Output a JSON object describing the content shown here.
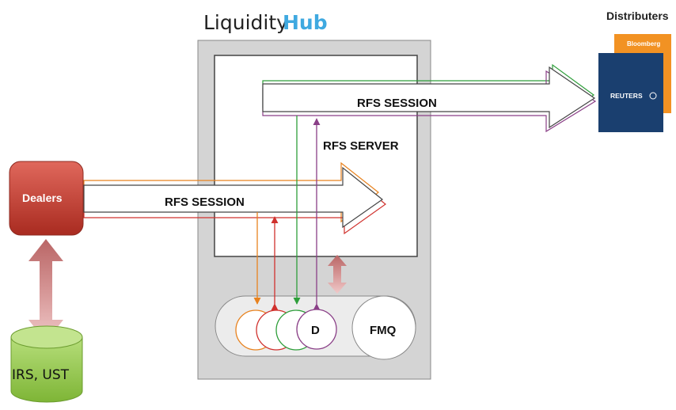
{
  "header": {
    "logo_liquidity": "Liquidity",
    "logo_hub": "Hub",
    "distributors_title": "Distributers"
  },
  "brands": {
    "bloomberg": "Bloomberg",
    "reuters": "REUTERS"
  },
  "labels": {
    "top_session": "RFS SESSION",
    "server": "RFS SERVER",
    "bottom_session": "RFS SESSION",
    "dealers": "Dealers",
    "database": "IRS, UST",
    "queue_circle": "D",
    "fmq": "FMQ"
  },
  "colors": {
    "logo_dark": "#222222",
    "logo_hub": "#3fa9e0",
    "frame": "#d4d4d4",
    "orange": "#e8821e",
    "red": "#d0312d",
    "green": "#2e9e3a",
    "purple": "#8a3f87",
    "dealers": "#c0392b",
    "bloomberg": "#f29223",
    "reuters": "#1a3f6f",
    "database": "#8fc744",
    "double_arrow": "#c97c7c"
  }
}
